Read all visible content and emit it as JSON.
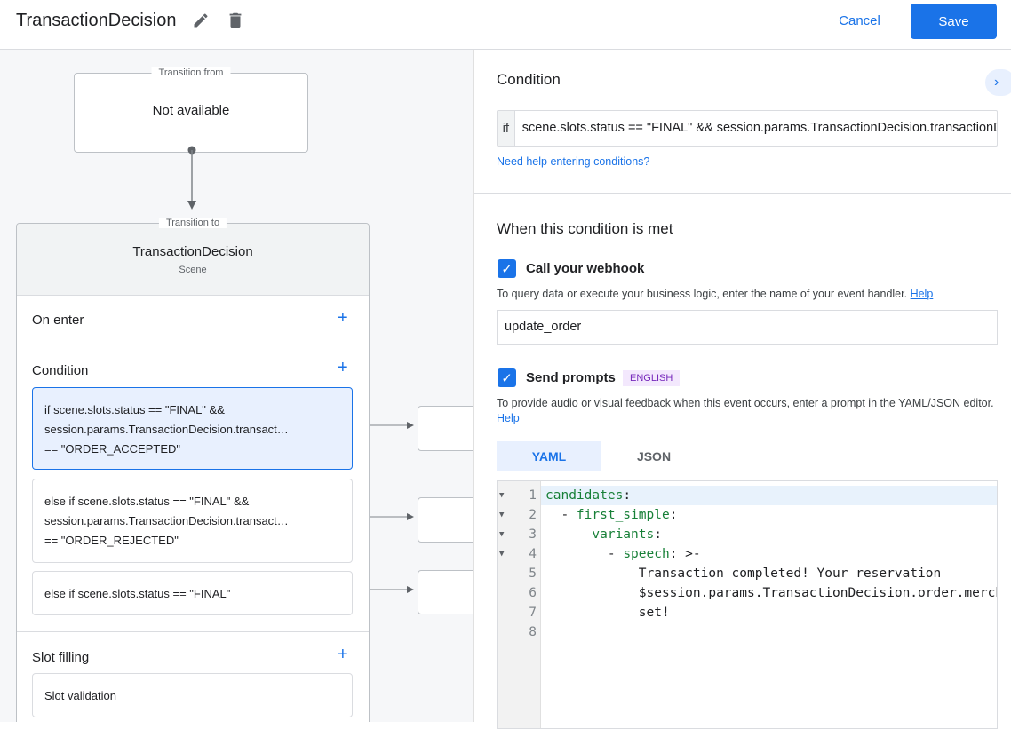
{
  "header": {
    "title": "TransactionDecision",
    "cancel": "Cancel",
    "save": "Save"
  },
  "canvas": {
    "from_label": "Transition from",
    "from_value": "Not available",
    "to_label": "Transition to",
    "scene_name": "TransactionDecision",
    "scene_type": "Scene",
    "on_enter": "On enter",
    "condition": "Condition",
    "slot_filling": "Slot filling",
    "conditions": [
      {
        "lines": [
          "if scene.slots.status == \"FINAL\" &&",
          "session.params.TransactionDecision.transact…",
          "== \"ORDER_ACCEPTED\""
        ]
      },
      {
        "lines": [
          "else if scene.slots.status == \"FINAL\" &&",
          "session.params.TransactionDecision.transact…",
          "== \"ORDER_REJECTED\""
        ]
      },
      {
        "lines": [
          "else if scene.slots.status == \"FINAL\""
        ]
      }
    ],
    "slot_validation": "Slot validation"
  },
  "panel": {
    "condition_title": "Condition",
    "if_prefix": "if",
    "condition_value": "scene.slots.status == \"FINAL\" && session.params.TransactionDecision.transactionDecision == \"ORDER_ACCEPTED\"",
    "help_link": "Need help entering conditions?",
    "met_title": "When this condition is met",
    "webhook_label": "Call your webhook",
    "webhook_checked": true,
    "webhook_desc": "To query data or execute your business logic, enter the name of your event handler.",
    "help": "Help",
    "webhook_value": "update_order",
    "prompts_label": "Send prompts",
    "prompts_checked": true,
    "lang_badge": "ENGLISH",
    "prompts_desc": "To provide audio or visual feedback when this event occurs, enter a prompt in the YAML/JSON editor.",
    "tabs": [
      "YAML",
      "JSON"
    ],
    "active_tab": "YAML",
    "code": [
      {
        "n": "1",
        "key": "candidates",
        "rest": ":",
        "indent": ""
      },
      {
        "n": "2",
        "key": "first_simple",
        "rest": ":",
        "indent": "  - "
      },
      {
        "n": "3",
        "key": "variants",
        "rest": ":",
        "indent": "      "
      },
      {
        "n": "4",
        "key": "speech",
        "rest": ": >-",
        "indent": "        - "
      },
      {
        "n": "5",
        "key": "",
        "rest": "Transaction completed! Your reservation",
        "indent": "            "
      },
      {
        "n": "6",
        "key": "",
        "rest": "$session.params.TransactionDecision.order.merchantOrderId is all",
        "indent": "            "
      },
      {
        "n": "7",
        "key": "",
        "rest": "set!",
        "indent": "            "
      },
      {
        "n": "8",
        "key": "",
        "rest": "",
        "indent": ""
      }
    ]
  },
  "colors": {
    "accent": "#1a73e8",
    "selected_bg": "#e8f0fe",
    "yaml_key": "#188038",
    "badge_bg": "#f3e8fd",
    "badge_fg": "#7627bb"
  }
}
